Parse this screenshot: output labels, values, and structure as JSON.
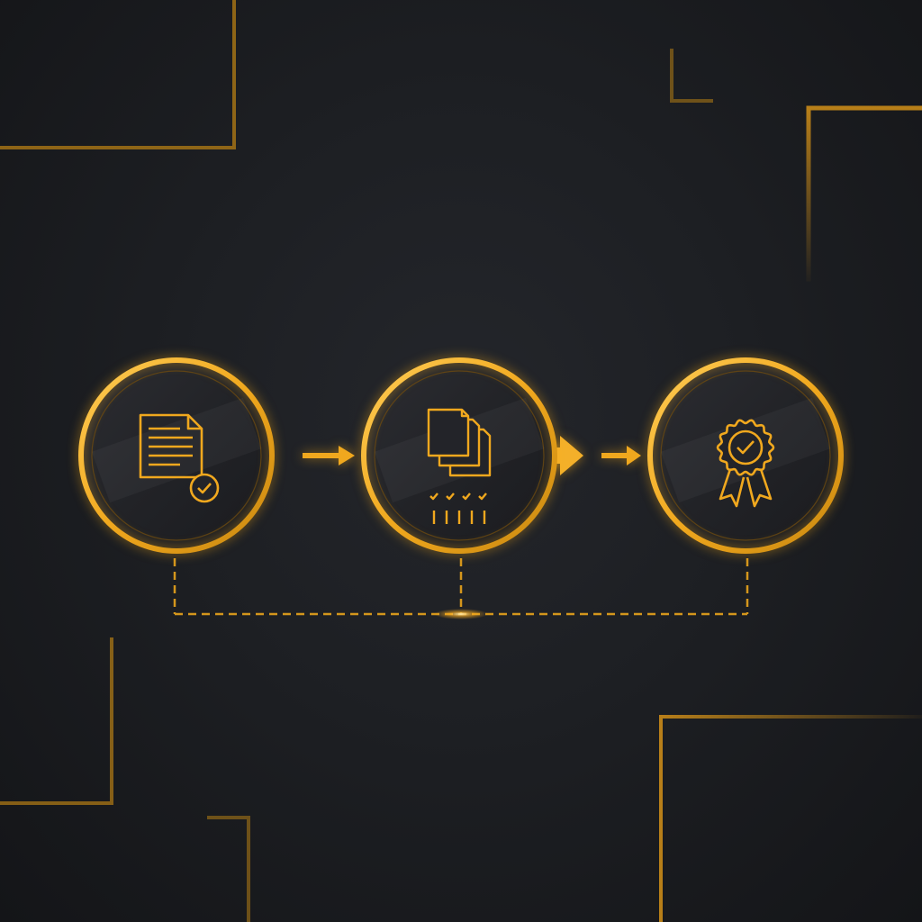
{
  "theme": {
    "background": "#1d1f23",
    "accent": "#f0a81e",
    "accent_bright": "#ffc640",
    "accent_dim": "#7a5410",
    "circle_fill": "#232429"
  },
  "steps": [
    {
      "id": "document-review",
      "icon": "document-check-icon"
    },
    {
      "id": "batch-verification",
      "icon": "stacked-documents-checklist-icon"
    },
    {
      "id": "certification",
      "icon": "award-badge-icon"
    }
  ],
  "connectors": [
    {
      "from": "document-review",
      "to": "batch-verification",
      "style": "arrow"
    },
    {
      "from": "batch-verification",
      "to": "certification",
      "style": "double-arrow"
    }
  ],
  "feedback_line": {
    "style": "dashed",
    "links": [
      "document-review",
      "batch-verification",
      "certification"
    ]
  },
  "decorations": {
    "style": "gold-corner-brackets"
  }
}
